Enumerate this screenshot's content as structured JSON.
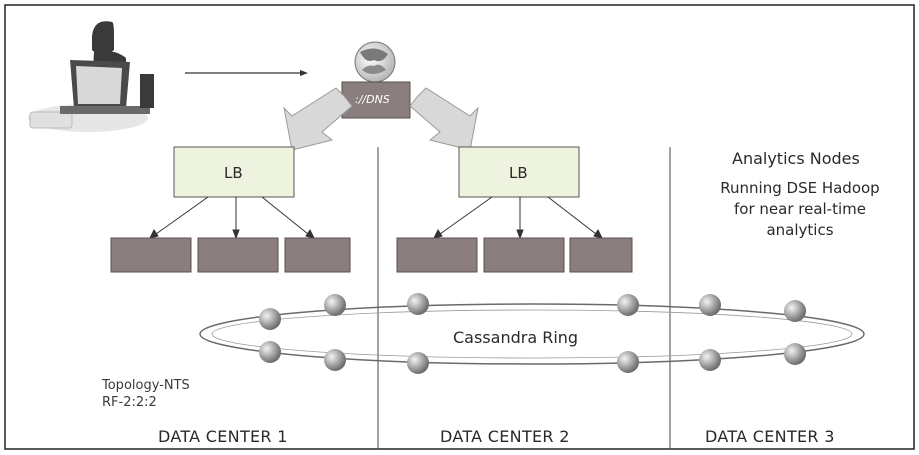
{
  "colors": {
    "border": "#222222",
    "lb_fill": "#eef3e0",
    "node_fill": "#8a7e7e",
    "node_border": "#5a5050",
    "dns_fill": "#8a7e7e",
    "arrow_fill": "#d8d8d8",
    "ring_node": "#9a9a9a"
  },
  "dns": {
    "label": "://DNS",
    "icon": "globe-icon"
  },
  "client": {
    "icon": "user-at-laptop-icon"
  },
  "load_balancers": [
    {
      "label": "LB"
    },
    {
      "label": "LB"
    }
  ],
  "ring": {
    "label": "Cassandra Ring"
  },
  "analytics": {
    "title": "Analytics Nodes",
    "desc_line1": "Running DSE Hadoop",
    "desc_line2": "for near real-time",
    "desc_line3": "analytics"
  },
  "topology": {
    "line1": "Topology-NTS",
    "line2": "RF-2:2:2"
  },
  "data_centers": [
    {
      "label": "DATA CENTER 1"
    },
    {
      "label": "DATA CENTER 2"
    },
    {
      "label": "DATA CENTER 3"
    }
  ]
}
